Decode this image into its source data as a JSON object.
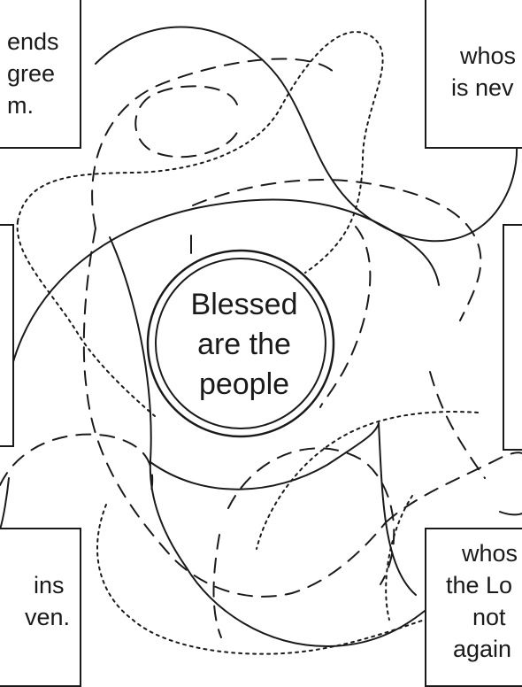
{
  "center": {
    "line1": "Blessed",
    "line2": "are the",
    "line3": "people"
  },
  "boxes": {
    "top_left": {
      "line1": "ends",
      "line2": "gree",
      "line3": "m."
    },
    "top_right": {
      "line1": "whos",
      "line2": "is nev"
    },
    "bottom_left": {
      "line1": "ins",
      "line2": "ven."
    },
    "bottom_right": {
      "line1": "whos",
      "line2": "the Lo",
      "line3": "not",
      "line4": "again"
    }
  },
  "colors": {
    "ink": "#1a1a1a",
    "background": "#ffffff"
  }
}
